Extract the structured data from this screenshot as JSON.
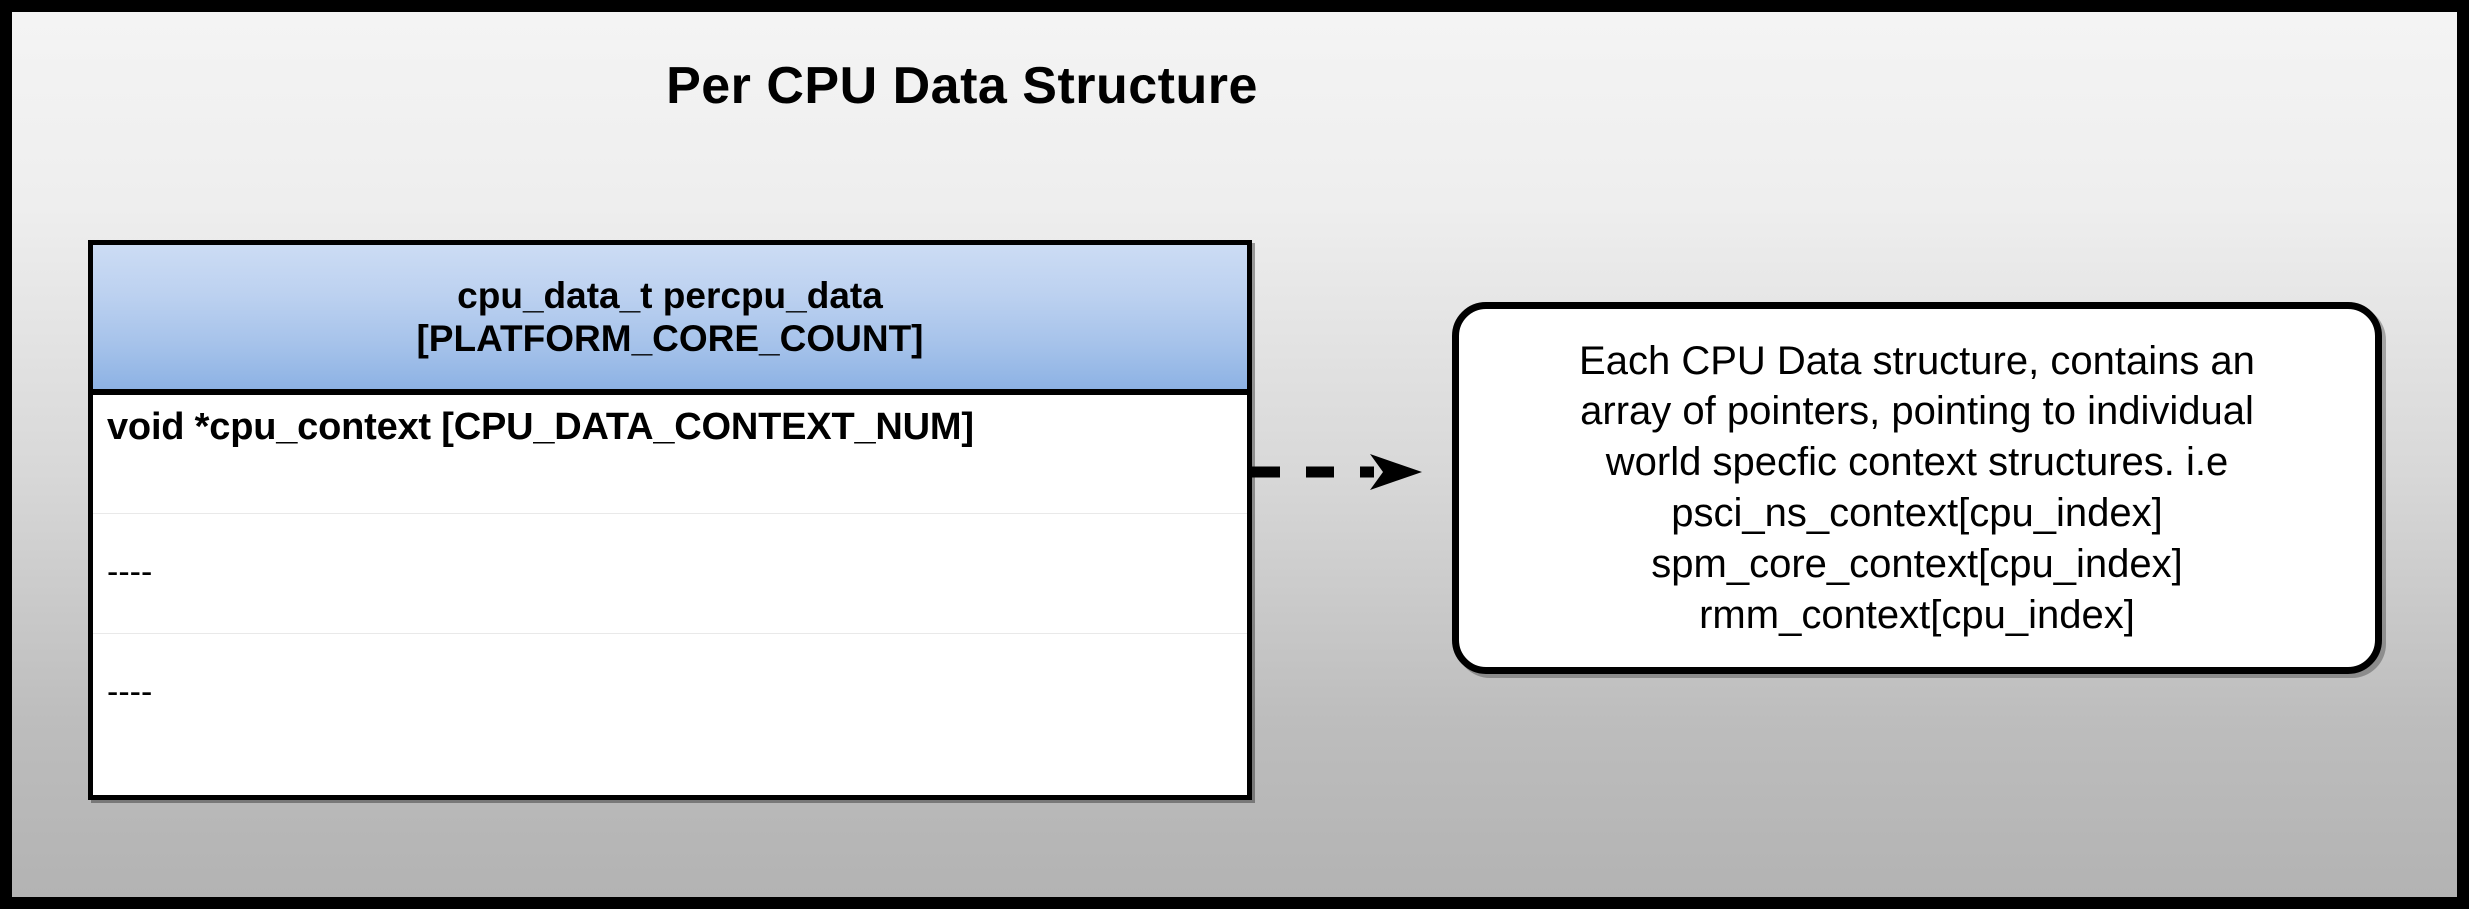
{
  "diagram": {
    "title": "Per CPU Data Structure",
    "background": {
      "gradient_top": "#f4f4f4",
      "gradient_bottom": "#b3b3b3",
      "border_color": "#000000"
    }
  },
  "struct_table": {
    "header": {
      "line1": "cpu_data_t percpu_data",
      "line2": "[PLATFORM_CORE_COUNT]",
      "gradient_top": "#ccdcf4",
      "gradient_bottom": "#8db2e4"
    },
    "rows": [
      {
        "text": "void *cpu_context [CPU_DATA_CONTEXT_NUM]",
        "style": "bold"
      },
      {
        "text": "----",
        "style": "dashes"
      },
      {
        "text": "----",
        "style": "dashes"
      }
    ]
  },
  "connector": {
    "style": "dashed",
    "arrowhead": "filled-triangle-right",
    "color": "#000000",
    "icon": "dashed-arrow-right-icon"
  },
  "callout": {
    "lines": [
      "Each CPU Data structure, contains an",
      "array of pointers, pointing to individual",
      "world specfic context structures. i.e",
      "psci_ns_context[cpu_index]",
      "spm_core_context[cpu_index]",
      "rmm_context[cpu_index]"
    ],
    "border_color": "#000000",
    "background": "#ffffff"
  }
}
